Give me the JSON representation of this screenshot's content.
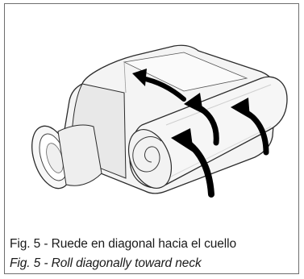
{
  "figure": {
    "caption_spanish": "Fig. 5 - Ruede en diagonal hacia el cuello",
    "caption_english": "Fig. 5 - Roll diagonally toward neck",
    "colors": {
      "frame_border": "#6e6e6e",
      "line_art": "#2b2b2b",
      "arrow_fill": "#000000",
      "shading": "#e6e6e6"
    },
    "icons": [
      "pillow-illustration",
      "diagonal-roll-arrow"
    ]
  }
}
